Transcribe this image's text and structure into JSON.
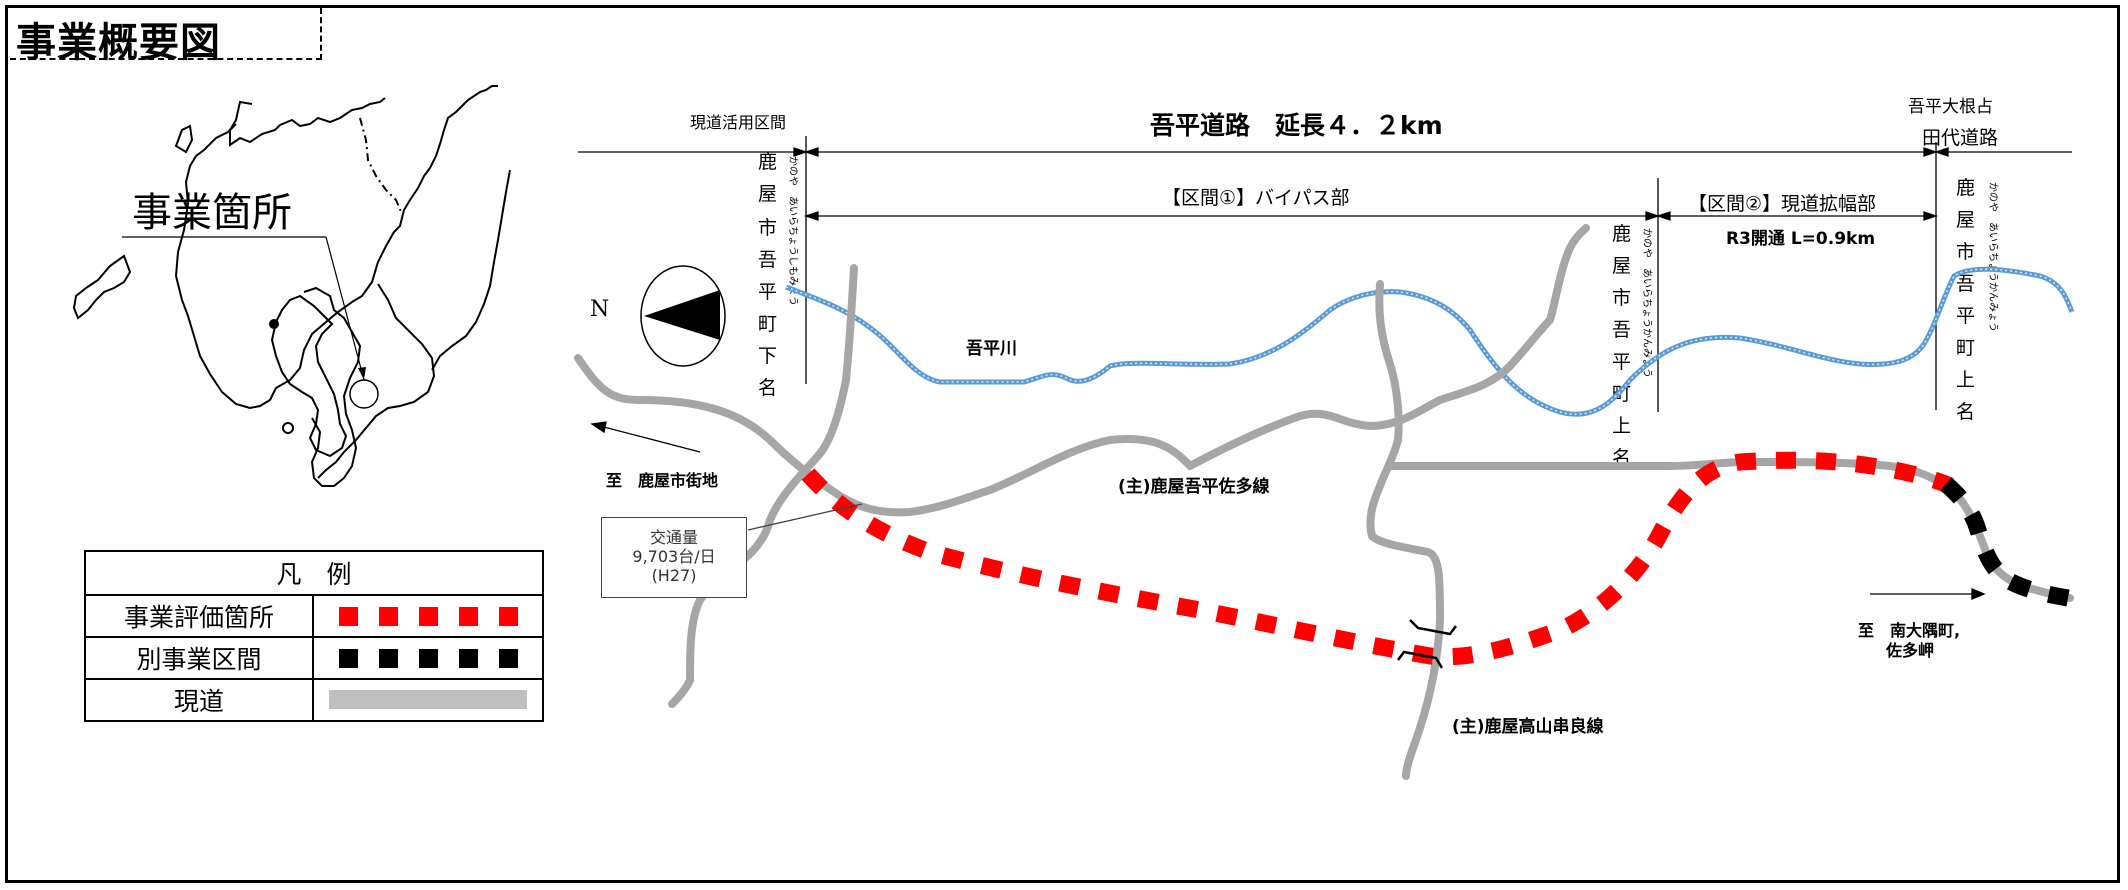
{
  "title": "事業概要図",
  "locator": {
    "label": "事業箇所"
  },
  "north": "N",
  "sections": {
    "current_use": "現道活用区間",
    "total": "吾平道路　延長４．２km",
    "right_top": "吾平大根占",
    "right_road": "田代道路",
    "section1": "【区間①】バイパス部",
    "section2": "【区間②】現道拡幅部",
    "section2_note": "R3開通 L=0.9km"
  },
  "places": {
    "shimomyo": {
      "chars": [
        "鹿",
        "屋",
        "市",
        "吾",
        "平",
        "町",
        "下",
        "名"
      ],
      "reading": "かのや　あいらちょうしもみょう"
    },
    "kanmyo_center": {
      "chars": [
        "鹿",
        "屋",
        "市",
        "吾",
        "平",
        "町",
        "上",
        "名"
      ],
      "reading": "かのや　あいらちょうかんみょう"
    },
    "kanmyo_right": {
      "chars": [
        "鹿",
        "屋",
        "市",
        "吾",
        "平",
        "町",
        "上",
        "名"
      ],
      "reading": "かのや　あいらちょうかんみょう"
    }
  },
  "labels": {
    "river": "吾平川",
    "to_left": "至　鹿屋市街地",
    "route_sata": "(主)鹿屋吾平佐多線",
    "route_kushira": "(主)鹿屋高山串良線",
    "to_right_1": "至　南大隅町,",
    "to_right_2": "佐多岬"
  },
  "traffic": {
    "line1": "交通量",
    "line2": "9,703台/日",
    "line3": "(H27)"
  },
  "legend": {
    "title": "凡　例",
    "items": [
      {
        "label": "事業評価箇所",
        "symbol": "red-dashed"
      },
      {
        "label": "別事業区間",
        "symbol": "black-dashed"
      },
      {
        "label": "現道",
        "symbol": "gray-line"
      }
    ]
  },
  "colors": {
    "project": "#ff0000",
    "other_project": "#000000",
    "existing_road": "#a6a6a6",
    "river": "#5b9bd5"
  }
}
